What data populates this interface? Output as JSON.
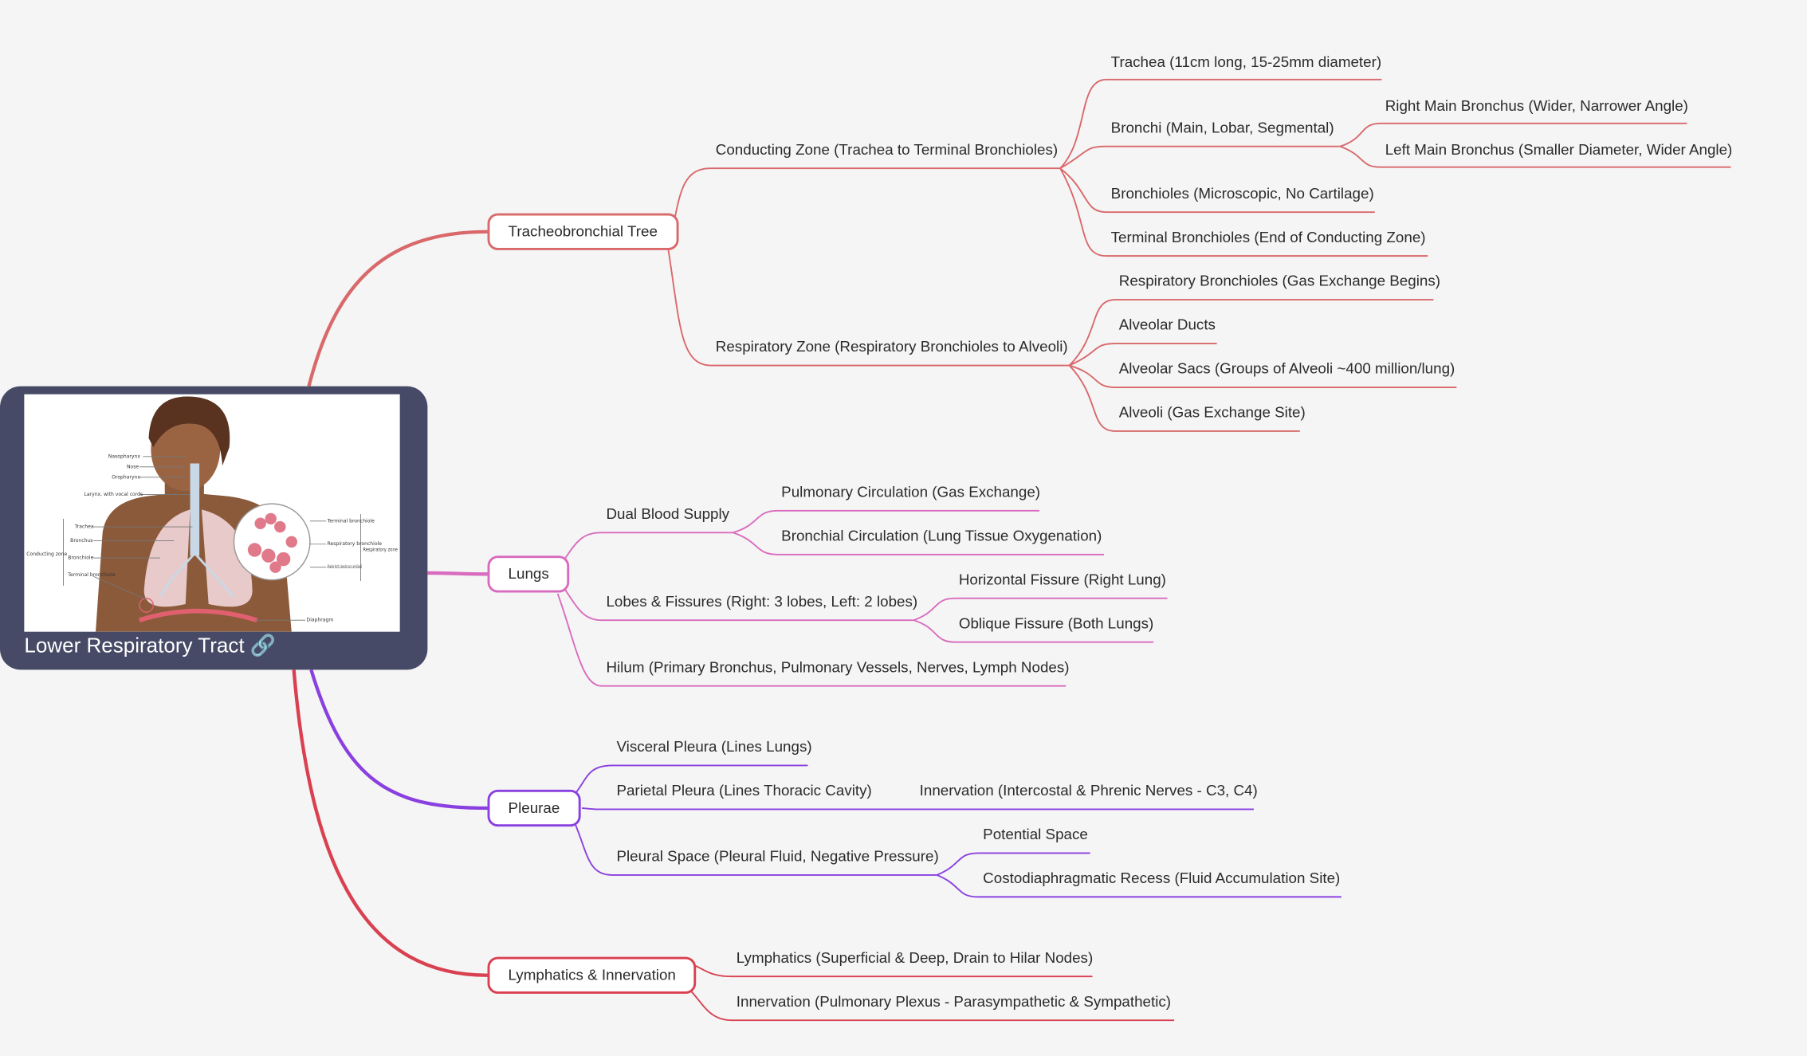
{
  "root": {
    "title": "Lower Respiratory Tract",
    "link_icon": "link-icon"
  },
  "illustration_labels": {
    "nasopharynx": "Nasopharynx",
    "nose": "Nose",
    "oropharynx": "Oropharynx",
    "larynx": "Larynx, with vocal cords",
    "trachea": "Trachea",
    "bronchus": "Bronchus",
    "bronchiole": "Bronchiole",
    "terminal_bronchiole": "Terminal bronchiole",
    "conducting_zone": "Conducting zone",
    "terminal_bronchiole_r": "Terminal bronchiole",
    "respiratory_bronchiole": "Respiratory bronchiole",
    "alveolar": "Alveolar ducts, alveolar sacs, and alveoli",
    "respiratory_zone": "Respiratory zone",
    "diaphragm": "Diaphragm"
  },
  "branches": {
    "tracheobronchial": {
      "label": "Tracheobronchial Tree",
      "color": "#d9686b",
      "conducting": "Conducting Zone (Trachea to Terminal Bronchioles)",
      "trachea": "Trachea (11cm long, 15-25mm diameter)",
      "bronchi": "Bronchi (Main, Lobar, Segmental)",
      "right_main": "Right Main Bronchus (Wider, Narrower Angle)",
      "left_main": "Left Main Bronchus (Smaller Diameter, Wider Angle)",
      "bronchioles": "Bronchioles (Microscopic, No Cartilage)",
      "terminal": "Terminal Bronchioles (End of Conducting Zone)",
      "respiratory": "Respiratory Zone (Respiratory Bronchioles to Alveoli)",
      "resp_bronchioles": "Respiratory Bronchioles (Gas Exchange Begins)",
      "alv_ducts": "Alveolar Ducts",
      "alv_sacs": "Alveolar Sacs (Groups of Alveoli ~400 million/lung)",
      "alveoli": "Alveoli (Gas Exchange Site)"
    },
    "lungs": {
      "label": "Lungs",
      "color": "#d96bbe",
      "dual": "Dual Blood Supply",
      "pulmonary": "Pulmonary Circulation (Gas Exchange)",
      "bronchial": "Bronchial Circulation (Lung Tissue Oxygenation)",
      "lobes": "Lobes & Fissures (Right: 3 lobes, Left: 2 lobes)",
      "horizontal": "Horizontal Fissure (Right Lung)",
      "oblique": "Oblique Fissure (Both Lungs)",
      "hilum": "Hilum (Primary Bronchus, Pulmonary Vessels, Nerves, Lymph Nodes)"
    },
    "pleurae": {
      "label": "Pleurae",
      "color": "#8a40e0",
      "visceral": "Visceral Pleura (Lines Lungs)",
      "parietal": "Parietal Pleura (Lines Thoracic Cavity)",
      "innervation": "Innervation (Intercostal & Phrenic Nerves - C3, C4)",
      "space": "Pleural Space (Pleural Fluid, Negative Pressure)",
      "potential": "Potential Space",
      "recess": "Costodiaphragmatic Recess (Fluid Accumulation Site)"
    },
    "lymph": {
      "label": "Lymphatics & Innervation",
      "color": "#d94050",
      "lymphatics": "Lymphatics (Superficial & Deep, Drain to Hilar Nodes)",
      "innervation": "Innervation (Pulmonary Plexus - Parasympathetic & Sympathetic)"
    }
  }
}
